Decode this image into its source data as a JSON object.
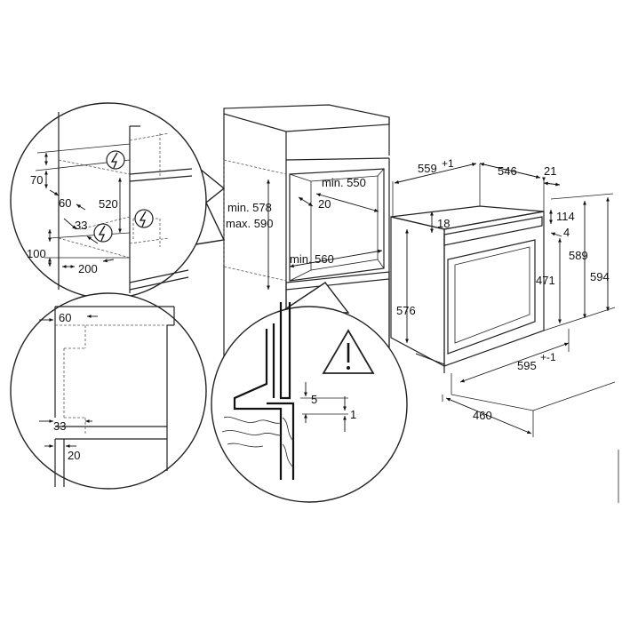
{
  "labels": {
    "d70": "70",
    "d60a": "60",
    "d520": "520",
    "d33a": "33",
    "d100": "100",
    "d200": "200",
    "d60b": "60",
    "d33b": "33",
    "d20a": "20",
    "min578": "min. 578",
    "max590": "max. 590",
    "min550": "min. 550",
    "d20b": "20",
    "min560": "min. 560",
    "d5": "5",
    "d1": "1",
    "d559": "559",
    "d559sup": "+1",
    "d546": "546",
    "d21": "21",
    "d18": "18",
    "d114": "114",
    "d4": "4",
    "d589": "589",
    "d594": "594",
    "d576": "576",
    "d471": "471",
    "d595": "595",
    "d595sup": "+-1",
    "d460": "460"
  },
  "colors": {
    "line": "#222222",
    "background": "#ffffff"
  },
  "icons": {
    "electric_hazard": "lightning-bolt-in-circle",
    "warning": "exclamation-triangle"
  }
}
